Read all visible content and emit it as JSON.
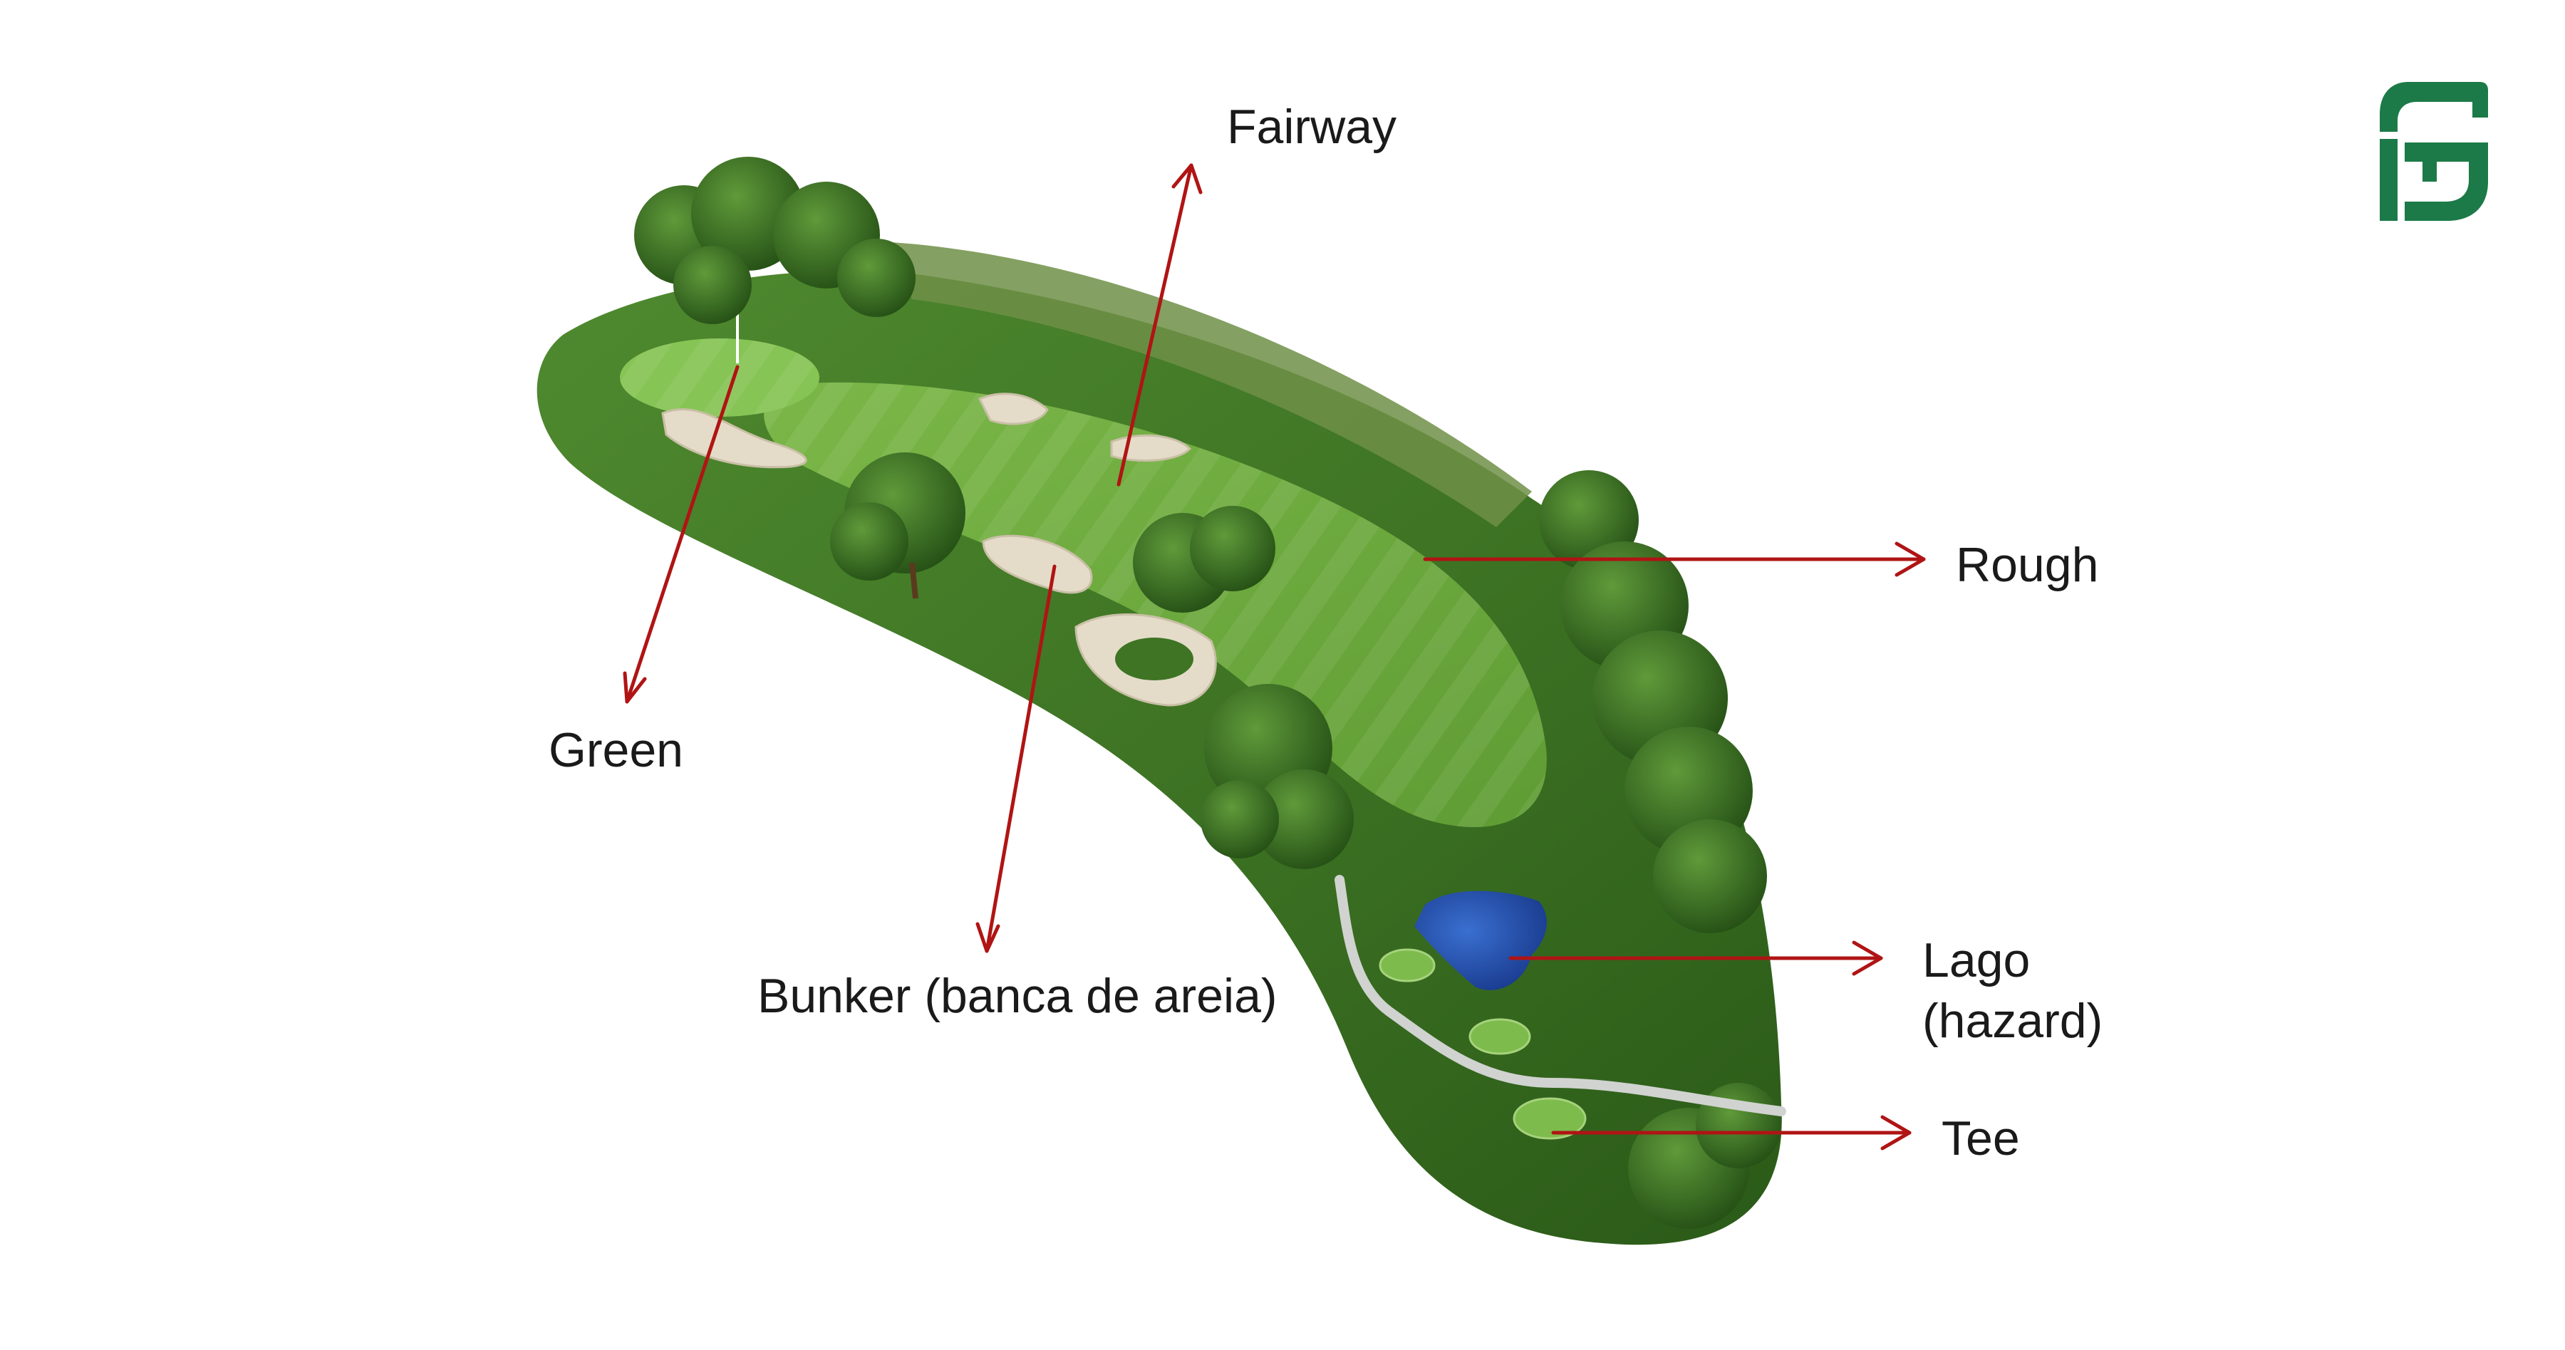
{
  "labels": {
    "fairway": "Fairway",
    "rough": "Rough",
    "green": "Green",
    "bunker": "Bunker (banca de areia)",
    "lago_line1": "Lago",
    "lago_line2": "(hazard)",
    "tee": "Tee"
  },
  "colors": {
    "arrow": "#b01414",
    "rough_dark": "#2f5e1c",
    "fairway": "#6aa83c",
    "green_area": "#7dbb4c",
    "sand": "#e4dcc8",
    "water": "#1f4fa8",
    "tree": "#2f6a20",
    "logo": "#1c7a48",
    "cart_path": "#d0d3cf"
  },
  "icons": {
    "logo": "fg-monogram-logo"
  }
}
